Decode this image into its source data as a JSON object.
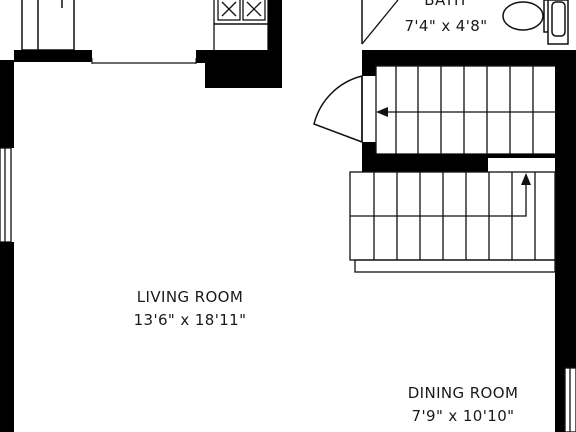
{
  "rooms": {
    "bath": {
      "name": "BATH",
      "size": "7'4\" x 4'8\""
    },
    "living": {
      "name": "LIVING ROOM",
      "size": "13'6\" x 18'11\""
    },
    "dining": {
      "name": "DINING ROOM",
      "size": "7'9\" x 10'10\""
    }
  },
  "colors": {
    "wall": "#000000",
    "line": "#111111",
    "background": "#ffffff"
  }
}
